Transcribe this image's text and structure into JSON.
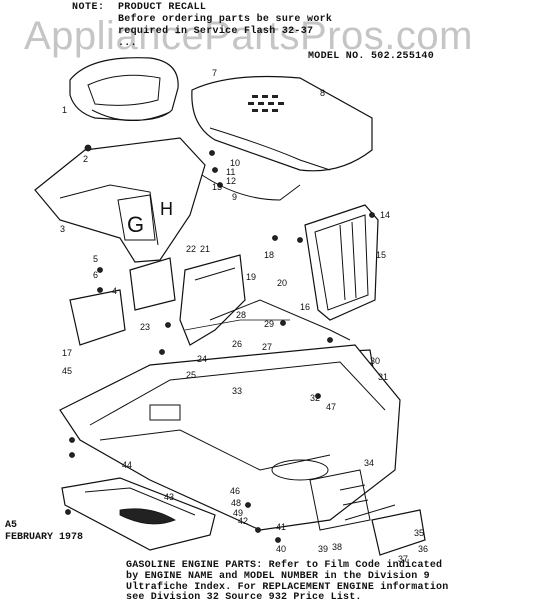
{
  "header": {
    "note_label": "NOTE:",
    "note_title": "PRODUCT RECALL",
    "note_line1": "Before ordering parts be sure work",
    "note_line2": "required in Service Flash 32-37",
    "note_line3": "..."
  },
  "watermark": "AppliancePartsPros.com",
  "model": "MODEL NO. 502.255140",
  "date": {
    "line1": "A5",
    "line2": "FEBRUARY 1978"
  },
  "footer": {
    "line1": "GASOLINE ENGINE PARTS:  Refer to Film Code indicated",
    "line2": "by ENGINE NAME and MODEL NUMBER in the Division 9",
    "line3": "Ultrafiche Index.  For REPLACEMENT ENGINE information",
    "line4": "see Division 32 Source 932 Price List."
  },
  "callouts": [
    "1",
    "2",
    "3",
    "4",
    "5",
    "6",
    "7",
    "8",
    "9",
    "10",
    "11",
    "12",
    "13",
    "14",
    "15",
    "16",
    "17",
    "18",
    "19",
    "20",
    "21",
    "22",
    "23",
    "24",
    "25",
    "26",
    "27",
    "28",
    "29",
    "30",
    "31",
    "32",
    "33",
    "34",
    "35",
    "36",
    "37",
    "38",
    "39",
    "40",
    "41",
    "42",
    "43",
    "44",
    "45",
    "46",
    "47",
    "48",
    "49"
  ]
}
